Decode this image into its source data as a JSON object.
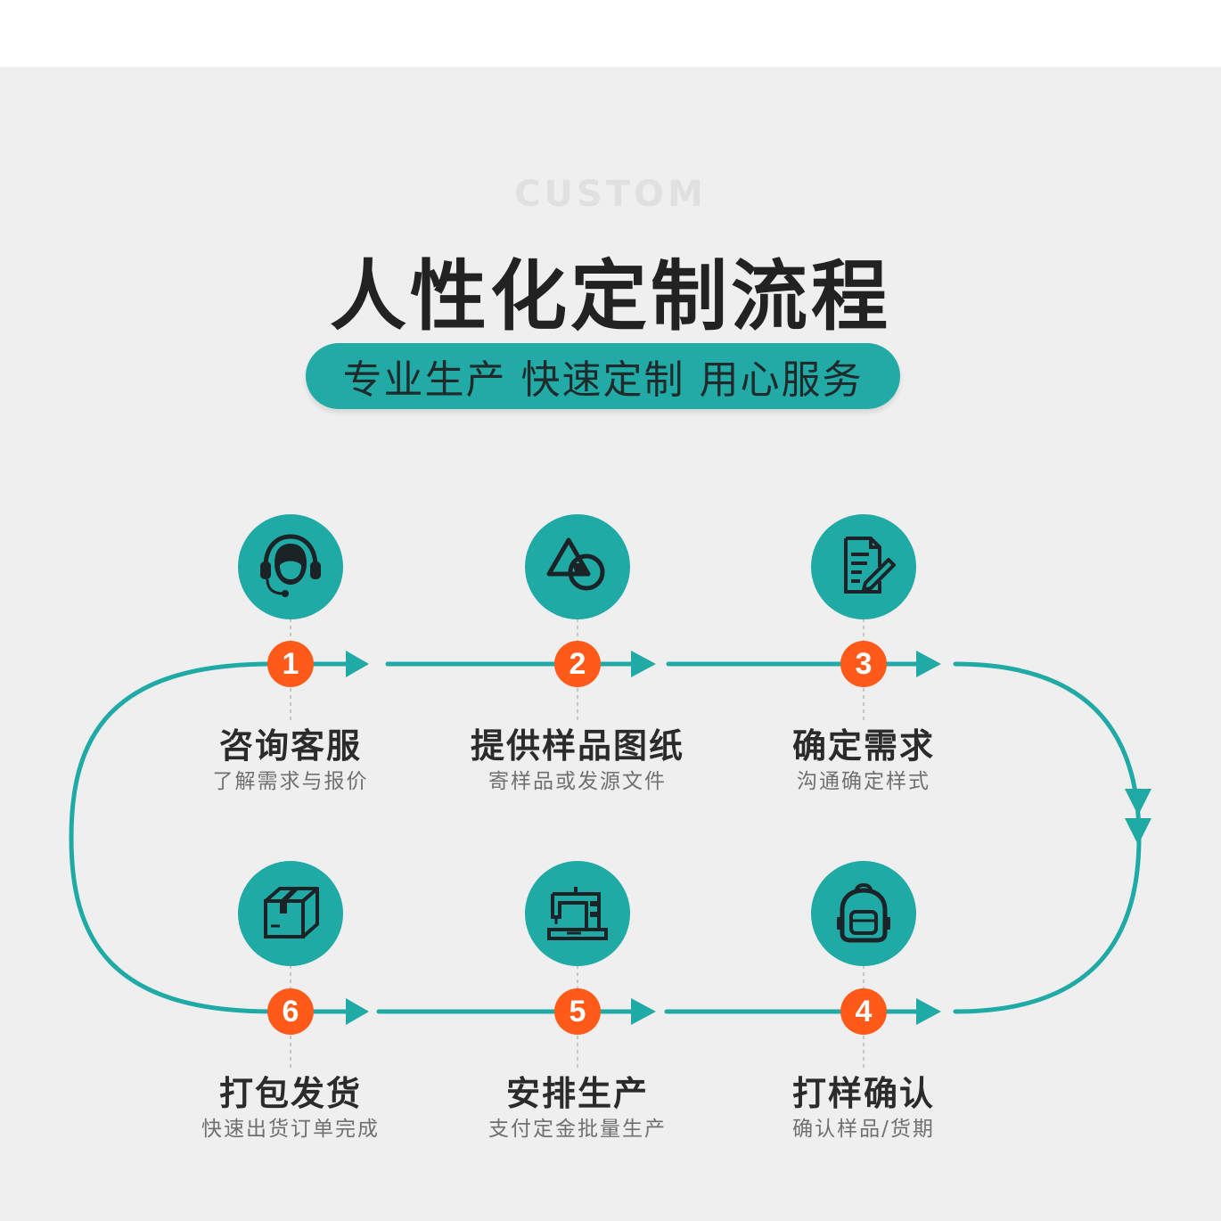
{
  "header": {
    "eyebrow": "CUSTOM",
    "title": "人性化定制流程",
    "tagline": "专业生产 快速定制 用心服务"
  },
  "colors": {
    "teal": "#1faaa6",
    "orange": "#ff5a1a",
    "background": "#efefef"
  },
  "steps": [
    {
      "number": "1",
      "title": "咨询客服",
      "subtitle": "了解需求与报价",
      "icon": "headset-agent-icon"
    },
    {
      "number": "2",
      "title": "提供样品图纸",
      "subtitle": "寄样品或发源文件",
      "icon": "shapes-icon"
    },
    {
      "number": "3",
      "title": "确定需求",
      "subtitle": "沟通确定样式",
      "icon": "document-edit-icon"
    },
    {
      "number": "4",
      "title": "打样确认",
      "subtitle": "确认样品/货期",
      "icon": "backpack-icon"
    },
    {
      "number": "5",
      "title": "安排生产",
      "subtitle": "支付定金批量生产",
      "icon": "sewing-machine-icon"
    },
    {
      "number": "6",
      "title": "打包发货",
      "subtitle": "快速出货订单完成",
      "icon": "package-box-icon"
    }
  ]
}
